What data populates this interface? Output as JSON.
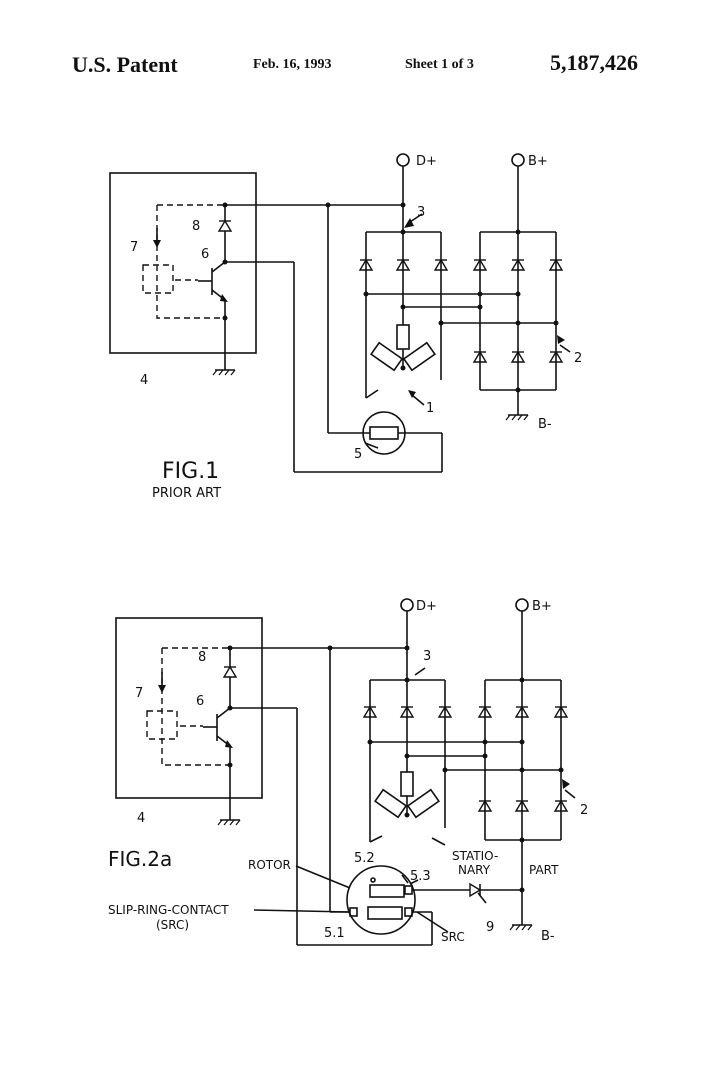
{
  "header": {
    "patent_label": "U.S. Patent",
    "date": "Feb. 16, 1993",
    "sheet": "Sheet 1 of 3",
    "patent_number": "5,187,426"
  },
  "fig1": {
    "title": "FIG.1",
    "subtitle": "PRIOR ART",
    "terminal_d": "D+",
    "terminal_b": "B+",
    "terminal_bminus": "B-",
    "refs": {
      "r1": "1",
      "r2": "2",
      "r3": "3",
      "r4": "4",
      "r5": "5",
      "r6": "6",
      "r7": "7",
      "r8": "8"
    }
  },
  "fig2a": {
    "title": "FIG.2a",
    "terminal_d": "D+",
    "terminal_b": "B+",
    "terminal_bminus": "B-",
    "rotor": "ROTOR",
    "src_long1": "SLIP-RING-CONTACT",
    "src_long2": "(SRC)",
    "src_short": "SRC",
    "stationary1": "STATIO-",
    "stationary2": "NARY",
    "part": "PART",
    "refs": {
      "r2": "2",
      "r3": "3",
      "r4": "4",
      "r6": "6",
      "r7": "7",
      "r8": "8",
      "r9": "9",
      "r51": "5.1",
      "r52": "5.2",
      "r53": "5.3"
    }
  }
}
